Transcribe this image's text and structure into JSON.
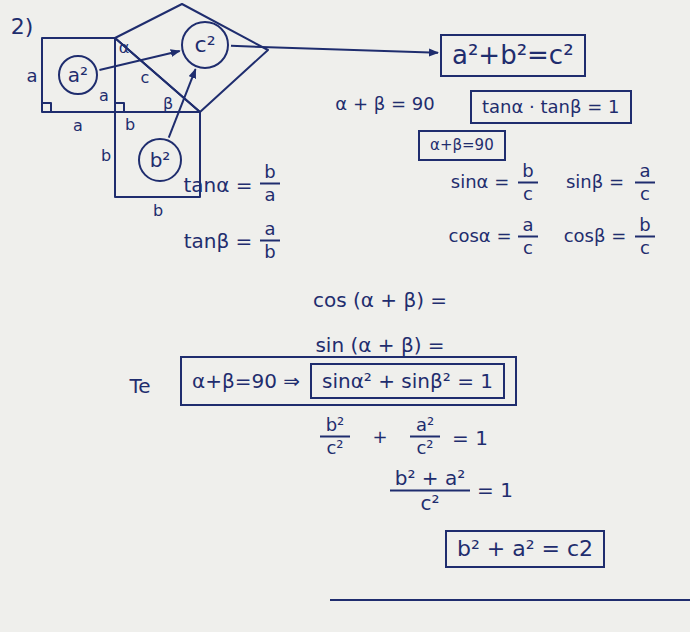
{
  "diagram": {
    "nodes": [
      {
        "text": [
          "a²"
        ]
      },
      {
        "text": [
          "c²"
        ]
      },
      {
        "text": [
          "b²"
        ]
      },
      {
        "text": [
          "a²+b²=c²"
        ]
      },
      {
        "text": [
          "tanα · tanβ = 1"
        ]
      },
      {
        "text": [
          "α+β=90"
        ]
      },
      {
        "text": [
          "α+β=90 ⇒"
        ]
      },
      {
        "text": [
          "sinα² + sinβ² = 1"
        ],
        "in": 6
      },
      {
        "text": [
          "b² + a² = c2"
        ]
      }
    ],
    "edges": [
      {
        "from": 0,
        "to": 1,
        "arrow": "to"
      },
      {
        "from": 2,
        "to": 1,
        "arrow": "to"
      },
      {
        "from": 1,
        "to": 3,
        "arrow": "to"
      }
    ],
    "labels": [
      "2)",
      "a",
      "a",
      "α",
      "c",
      "β",
      "a",
      "b",
      "b",
      "b",
      "α + β = 90",
      "tanα =",
      "b",
      "a",
      "sinα =",
      "b",
      "c",
      "sinβ =",
      "a",
      "c",
      "tanβ =",
      "a",
      "b",
      "cosα =",
      "a",
      "c",
      "cosβ =",
      "b",
      "c",
      "cos (α + β) =",
      "sin (α + β) =",
      "Te",
      "b²",
      "c²",
      "+",
      "a²",
      "c²",
      "= 1",
      "b² + a²",
      "c²",
      "= 1"
    ]
  }
}
